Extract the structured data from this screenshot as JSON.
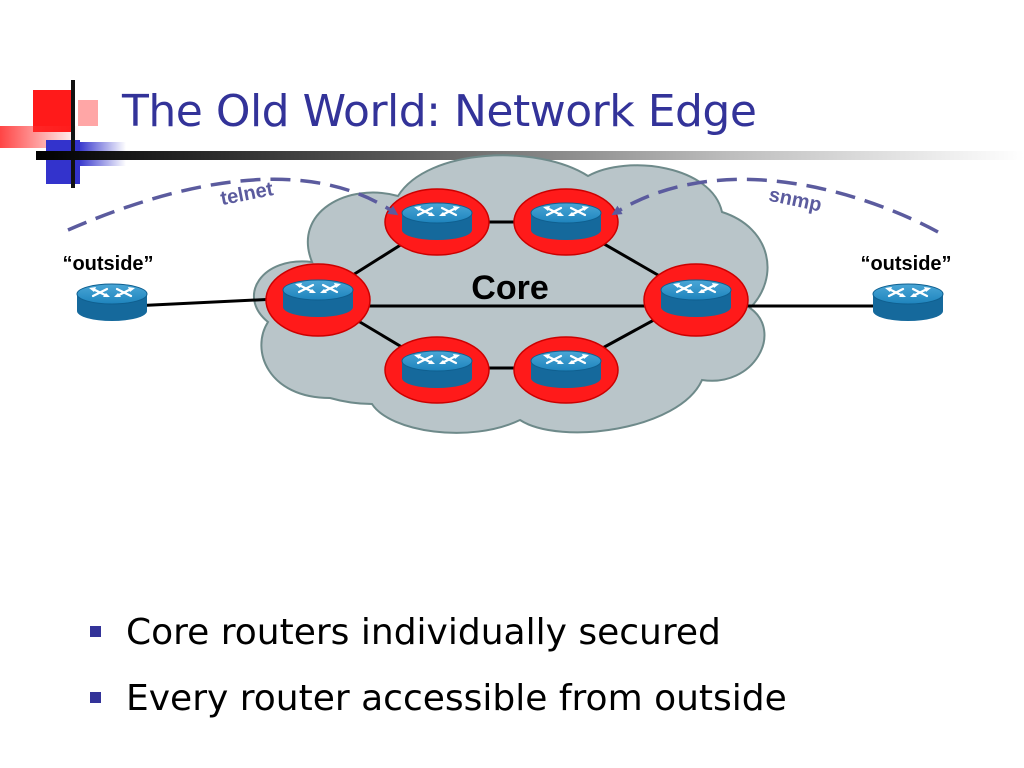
{
  "slide": {
    "title": "The Old World: Network Edge"
  },
  "diagram": {
    "core_label": "Core",
    "outside_left_label": "“outside”",
    "outside_right_label": "“outside”",
    "telnet_label": "telnet",
    "snmp_label": "snmp",
    "colors": {
      "cloud": "#b9c5c9",
      "highlight": "#ff1a1a",
      "router": "#1b7bb0",
      "arrow": "#5b5b9e"
    }
  },
  "bullets": [
    {
      "text": "Core routers individually secured"
    },
    {
      "text": "Every router accessible from outside"
    }
  ]
}
